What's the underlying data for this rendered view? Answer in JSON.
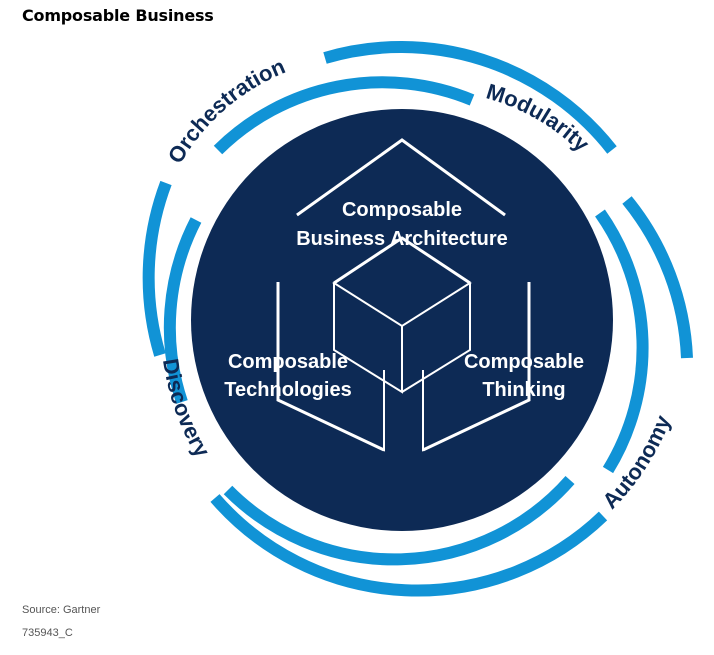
{
  "header": {
    "title": "Composable Business"
  },
  "ring_labels": {
    "orchestration": "Orchestration",
    "modularity": "Modularity",
    "autonomy": "Autonomy",
    "discovery": "Discovery"
  },
  "center_labels": {
    "architecture_line1": "Composable",
    "architecture_line2": "Business Architecture",
    "technologies_line1": "Composable",
    "technologies_line2": "Technologies",
    "thinking_line1": "Composable",
    "thinking_line2": "Thinking"
  },
  "footer": {
    "source": "Source: Gartner",
    "code": "735943_C"
  },
  "colors": {
    "navy": "#0d2a55",
    "ring_blue": "#1193d6",
    "white": "#ffffff"
  }
}
